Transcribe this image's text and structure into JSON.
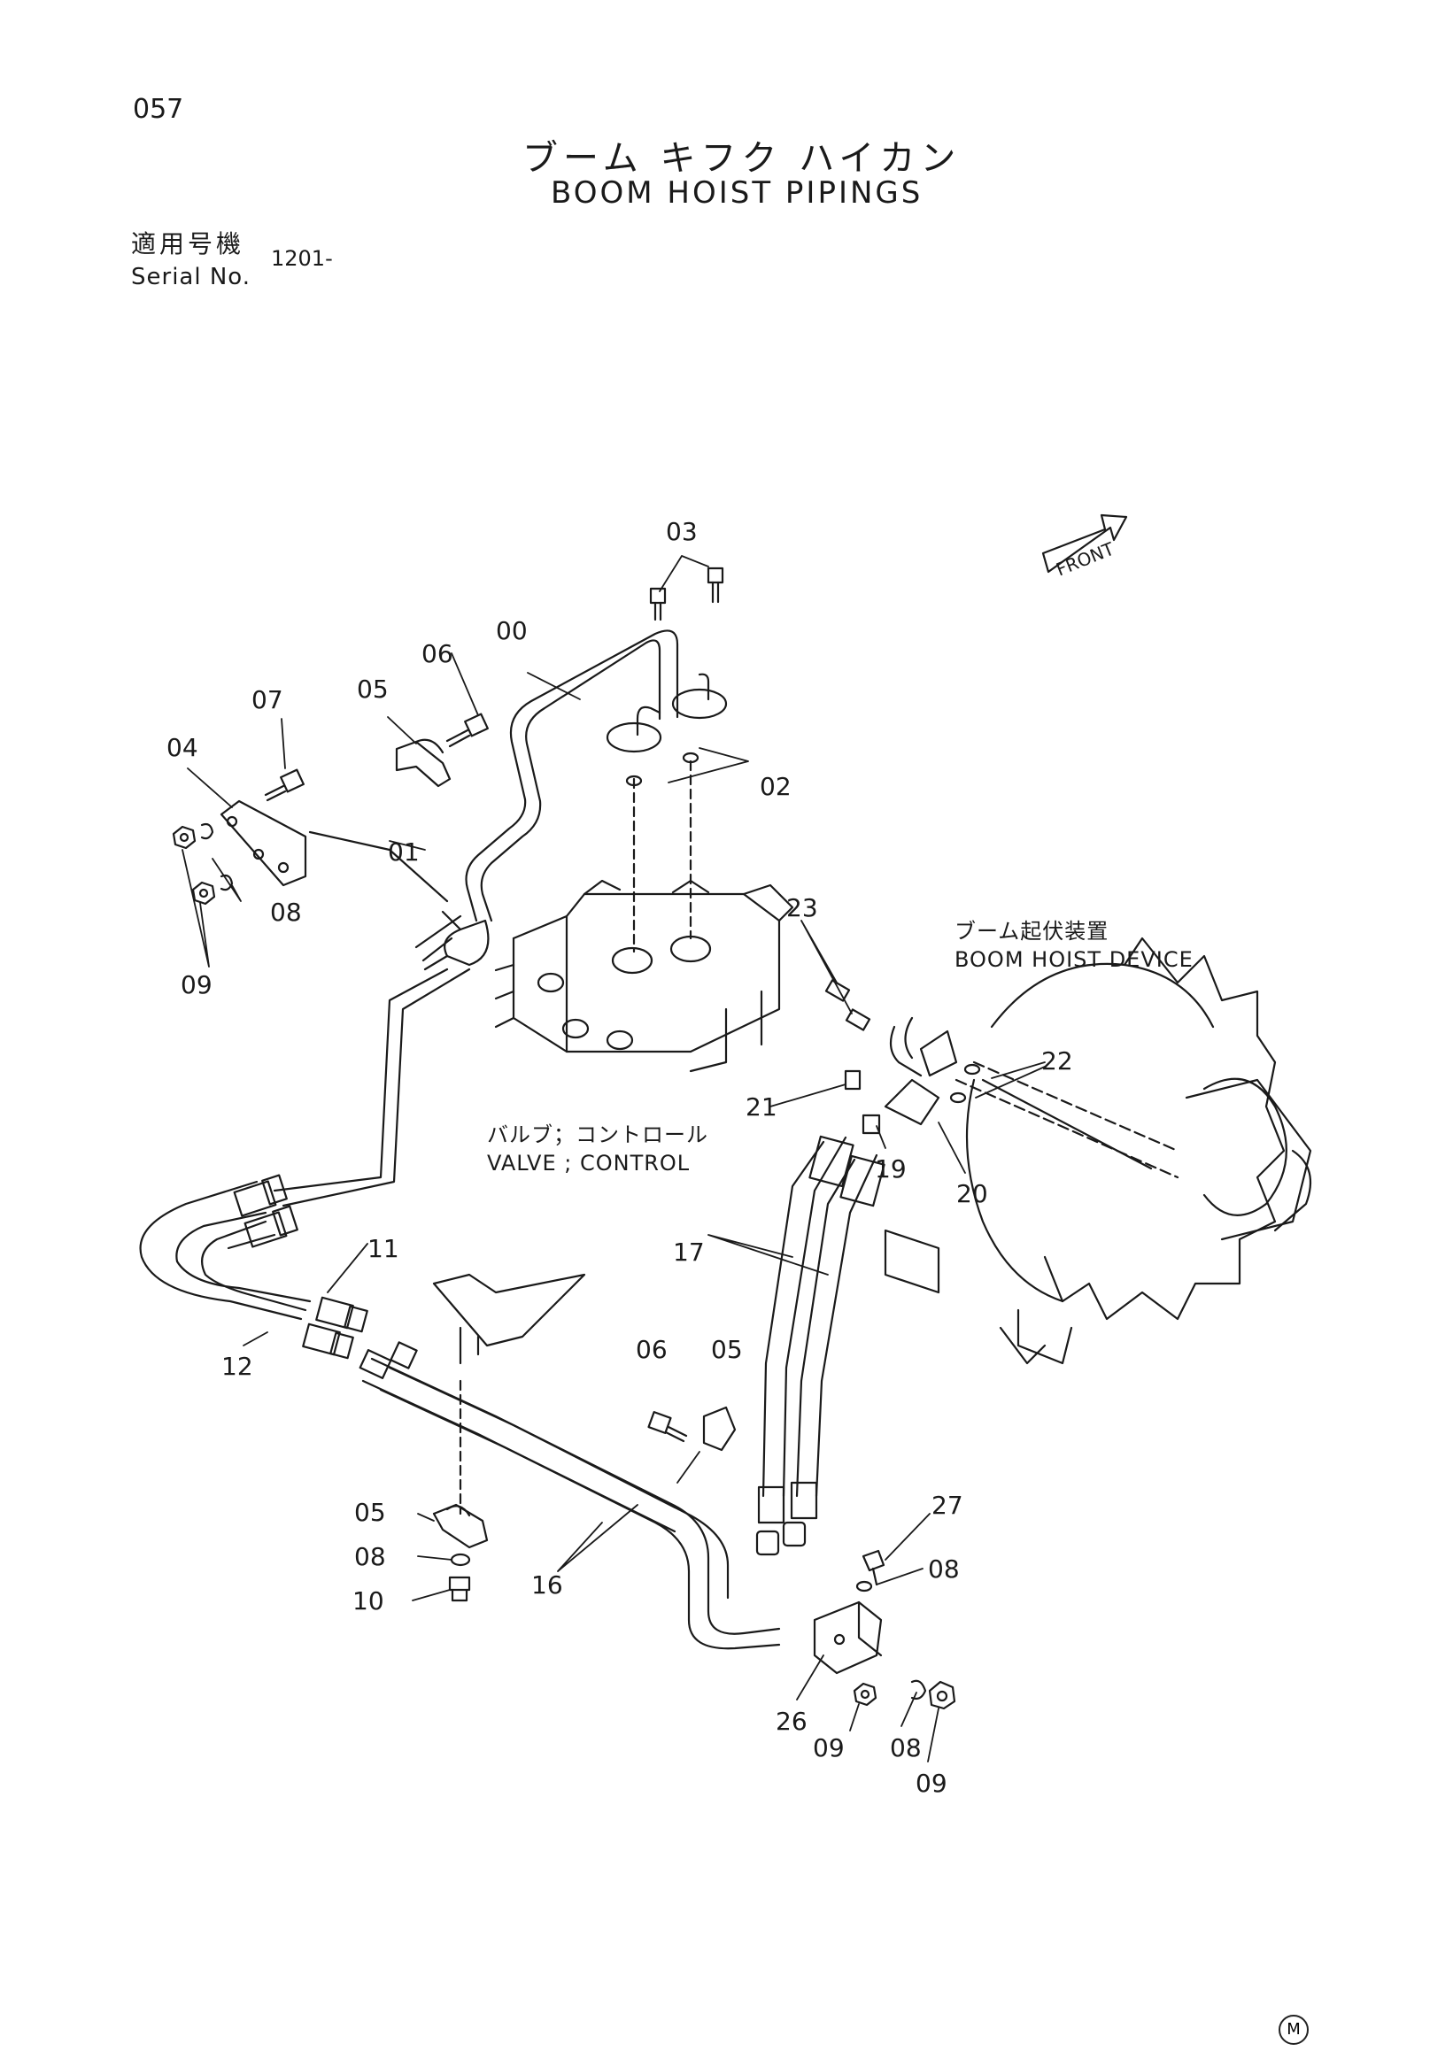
{
  "header": {
    "page_number": "057",
    "title_jp": "ブーム キフク ハイカン",
    "title_en": "BOOM HOIST PIPINGS",
    "serial_label_jp": "適用号機",
    "serial_label_en": "Serial No.",
    "serial_value": "1201-"
  },
  "front_label": "FRONT",
  "components": {
    "valve_jp": "バルブ；コントロール",
    "valve_en": "VALVE ; CONTROL",
    "boom_device_jp": "ブーム起伏装置",
    "boom_device_en": "BOOM HOIST DEVICE"
  },
  "part_numbers": [
    "03",
    "00",
    "06",
    "05",
    "07",
    "04",
    "02",
    "01",
    "08",
    "09",
    "23",
    "22",
    "21",
    "19",
    "20",
    "17",
    "11",
    "12",
    "06",
    "05",
    "05",
    "08",
    "10",
    "16",
    "27",
    "08",
    "26",
    "09",
    "08",
    "09"
  ],
  "footer_mark": "M"
}
